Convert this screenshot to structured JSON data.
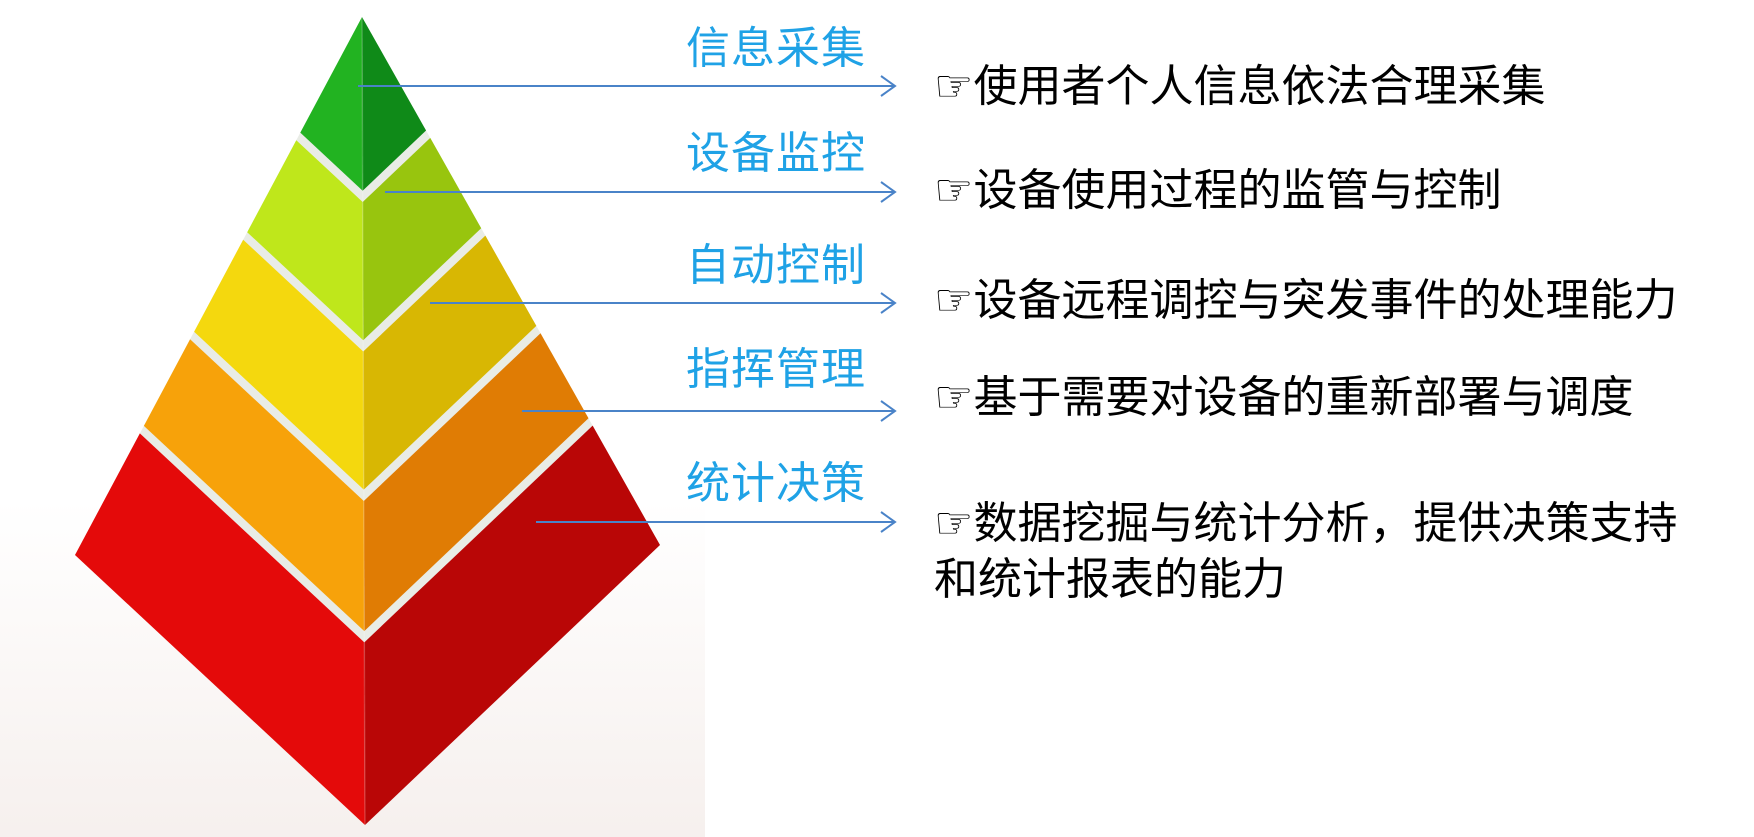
{
  "colors": {
    "label": "#1fa2e6",
    "arrow": "#4a83c8",
    "description": "#000000",
    "tier_light": [
      "#22b321",
      "#bfe71b",
      "#f4d80e",
      "#f7a20a",
      "#e40a0a"
    ],
    "tier_dark": [
      "#0f8a18",
      "#98c50e",
      "#d8b703",
      "#e07c04",
      "#b90606"
    ]
  },
  "pictogram": "pyramid",
  "levels": [
    {
      "label": "信息采集",
      "description": "☞使用者个人信息依法合理采集"
    },
    {
      "label": "设备监控",
      "description": "☞设备使用过程的监管与控制"
    },
    {
      "label": "自动控制",
      "description": "☞设备远程调控与突发事件的处理能力"
    },
    {
      "label": "指挥管理",
      "description": "☞基于需要对设备的重新部署与调度"
    },
    {
      "label": "统计决策",
      "description": "☞数据挖掘与统计分析，提供决策支持和统计报表的能力"
    }
  ]
}
